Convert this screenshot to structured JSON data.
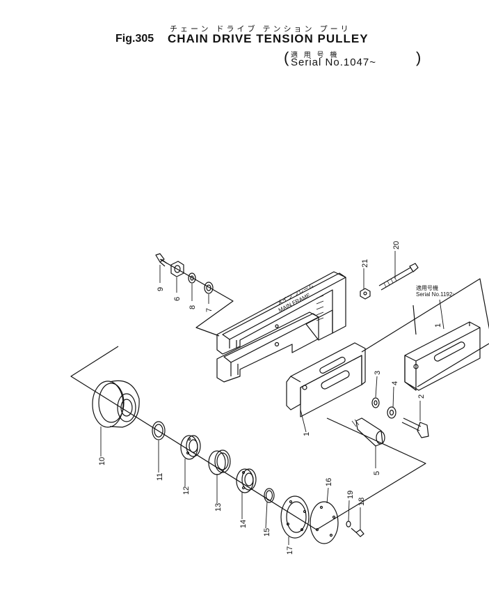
{
  "header": {
    "title_kana": "チェーン ドライブ テンション プーリ",
    "fig_number": "Fig.305",
    "title": "CHAIN DRIVE TENSION PULLEY",
    "serial_jp": "適 用 号 機",
    "serial": "Serial No.1047~"
  },
  "callouts": {
    "main_frame_jp": "メイン フレーム",
    "main_frame": "MAIN FRAME",
    "alt_serial_jp": "適用号機",
    "alt_serial": "Serial No.1192~"
  },
  "parts": [
    {
      "id": "p1a",
      "label": "1"
    },
    {
      "id": "p1b",
      "label": "1"
    },
    {
      "id": "p2",
      "label": "2"
    },
    {
      "id": "p3",
      "label": "3"
    },
    {
      "id": "p4",
      "label": "4"
    },
    {
      "id": "p5",
      "label": "5"
    },
    {
      "id": "p6",
      "label": "6"
    },
    {
      "id": "p7",
      "label": "7"
    },
    {
      "id": "p8",
      "label": "8"
    },
    {
      "id": "p9",
      "label": "9"
    },
    {
      "id": "p10",
      "label": "10"
    },
    {
      "id": "p11",
      "label": "11"
    },
    {
      "id": "p12",
      "label": "12"
    },
    {
      "id": "p13",
      "label": "13"
    },
    {
      "id": "p14",
      "label": "14"
    },
    {
      "id": "p15",
      "label": "15"
    },
    {
      "id": "p16",
      "label": "16"
    },
    {
      "id": "p17",
      "label": "17"
    },
    {
      "id": "p18",
      "label": "18"
    },
    {
      "id": "p19",
      "label": "19"
    },
    {
      "id": "p20",
      "label": "20"
    },
    {
      "id": "p21",
      "label": "21"
    }
  ]
}
